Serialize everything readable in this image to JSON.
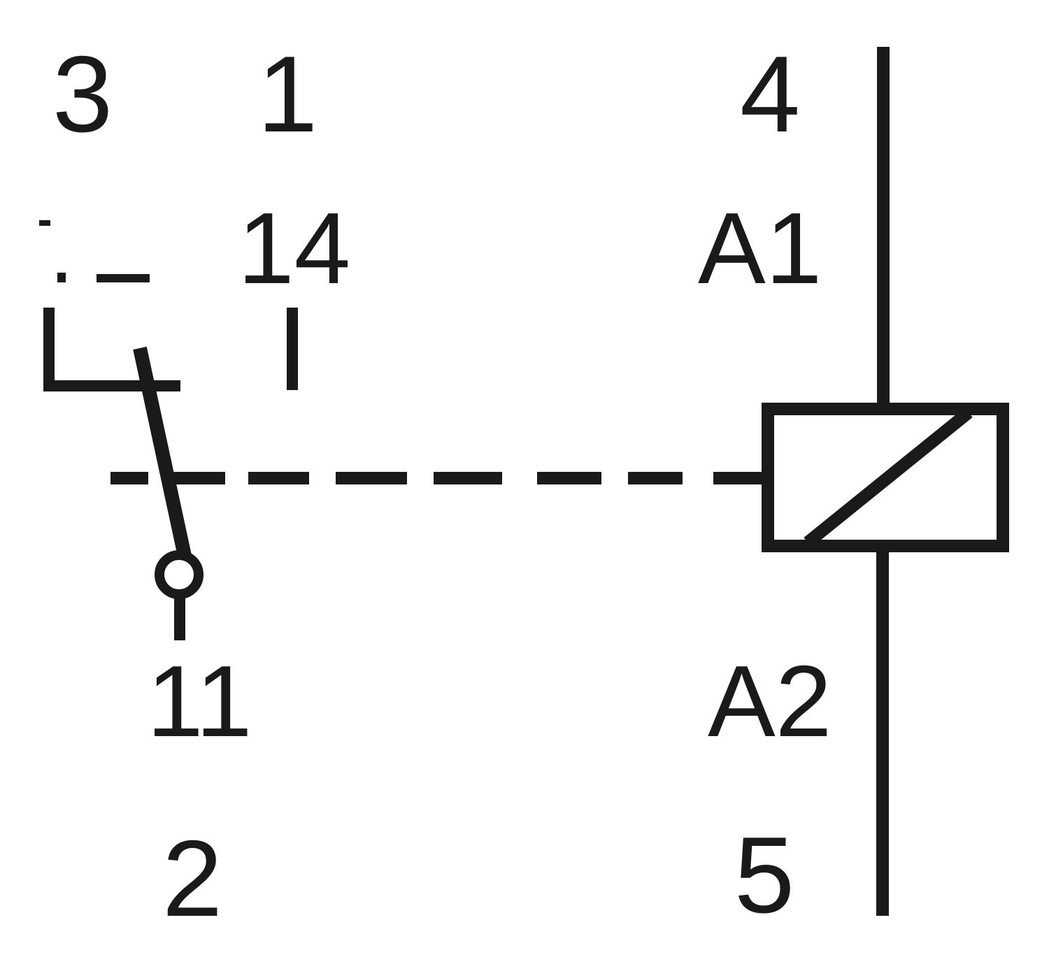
{
  "diagram": {
    "type": "relay-wiring-symbol",
    "stroke_color": "#1a1a1a",
    "background": "#ffffff",
    "pin_numbers": {
      "pin_3": "3",
      "pin_1": "1",
      "pin_4": "4",
      "pin_2": "2",
      "pin_5": "5"
    },
    "terminal_labels": {
      "contact_no": "14",
      "contact_common": "11",
      "coil_a1": "A1",
      "coil_a2": "A2"
    },
    "elements": {
      "switch": "changeover contact (SPDT) with common terminal 11",
      "coil": "relay coil rectangle with diagonal",
      "linkage": "dashed mechanical linkage from coil to contact"
    }
  }
}
